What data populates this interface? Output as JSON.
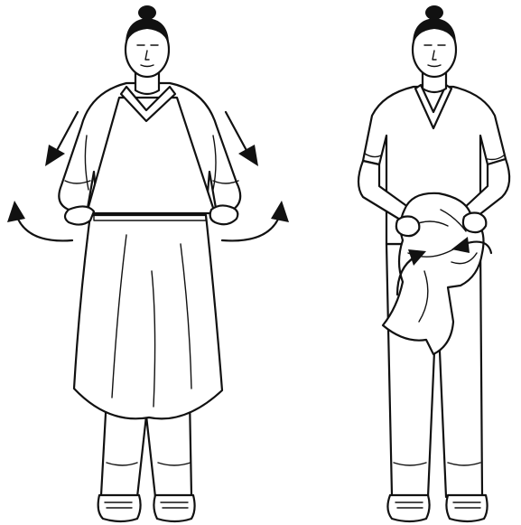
{
  "figure": {
    "panels": [
      {
        "id": "remove-gown",
        "arrows": [
          "down-left",
          "down-right",
          "curl-left",
          "curl-right"
        ]
      },
      {
        "id": "roll-gown",
        "arrows": [
          "curl-left",
          "curl-right"
        ]
      }
    ],
    "colors": {
      "line": "#111111",
      "background": "#ffffff"
    }
  }
}
